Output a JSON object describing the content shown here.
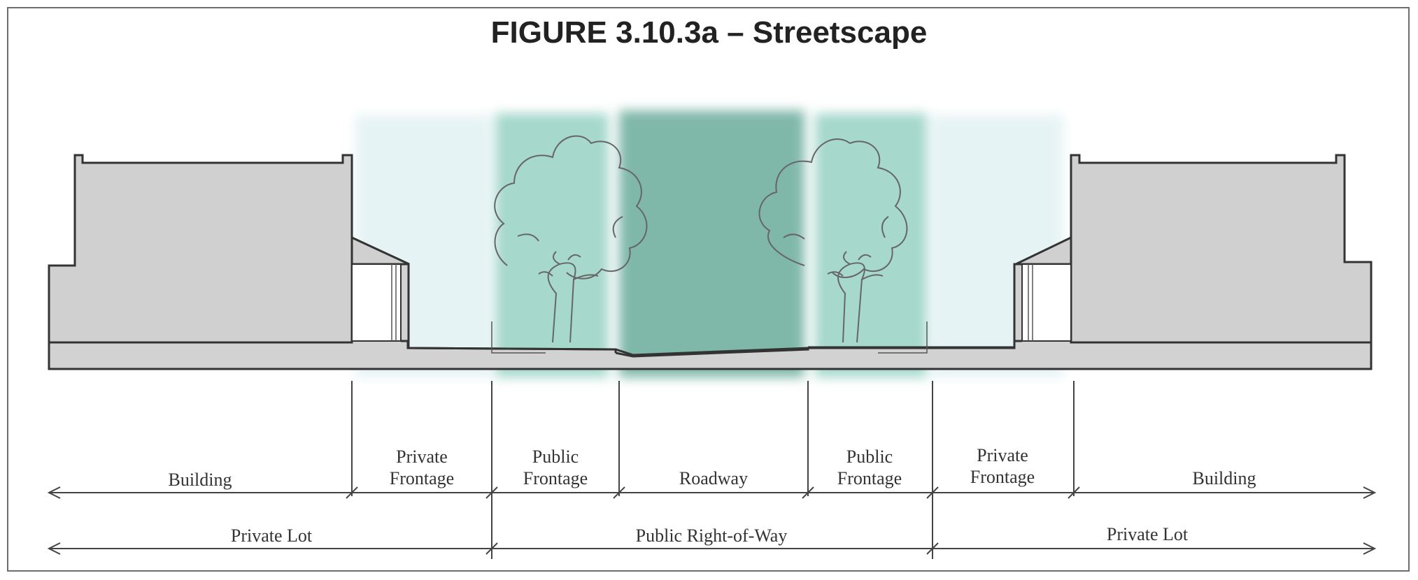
{
  "figure": {
    "title": "FIGURE 3.10.3a – Streetscape"
  },
  "zones": [
    {
      "id": "building-left",
      "lines": [
        "Building"
      ]
    },
    {
      "id": "private-frontage-left",
      "lines": [
        "Private",
        "Frontage"
      ]
    },
    {
      "id": "public-frontage-left",
      "lines": [
        "Public",
        "Frontage"
      ]
    },
    {
      "id": "roadway",
      "lines": [
        "Roadway"
      ]
    },
    {
      "id": "public-frontage-right",
      "lines": [
        "Public",
        "Frontage"
      ]
    },
    {
      "id": "private-frontage-right",
      "lines": [
        "Private",
        "Frontage"
      ]
    },
    {
      "id": "building-right",
      "lines": [
        "Building"
      ]
    }
  ],
  "bottom_spans": [
    {
      "id": "private-lot-left",
      "label": "Private Lot"
    },
    {
      "id": "public-right-of-way",
      "label": "Public Right-of-Way"
    },
    {
      "id": "private-lot-right",
      "label": "Private Lot"
    }
  ],
  "colors": {
    "building_fill": "#d2d2d2",
    "outline": "#333333",
    "roadway_band": "#7fb8a8",
    "public_frontage_band": "#9fd4c6",
    "private_frontage_band": "#e6f3f4"
  }
}
